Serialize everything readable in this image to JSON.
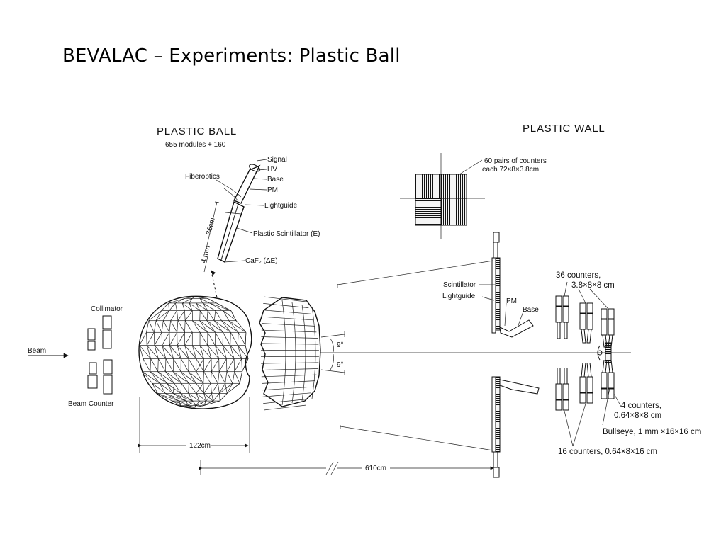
{
  "slide": {
    "title": "BEVALAC – Experiments: Plastic Ball"
  },
  "plastic_ball": {
    "heading": "PLASTIC BALL",
    "subheading": "655 modules + 160",
    "module_labels": {
      "signal": "Signal",
      "hv": "HV",
      "base": "Base",
      "pm": "PM",
      "fiberoptics": "Fiberoptics",
      "lightguide": "Lightguide",
      "scintillator": "Plastic Scintillator (E)",
      "caf2": "CaF₂ (ΔE)",
      "dim_36": "36cm",
      "dim_4": "4 mm"
    },
    "collimator": "Collimator",
    "beam": "Beam",
    "beam_counter": "Beam Counter",
    "angle_top": "9°",
    "angle_bottom": "9°",
    "dim_diameter": "122cm",
    "dim_distance": "610cm"
  },
  "plastic_wall": {
    "heading": "PLASTIC WALL",
    "counters_note_line1": "60 pairs of counters",
    "counters_note_line2": "each 72×8×3.8cm",
    "scintillator": "Scintillator",
    "lightguide": "Lightguide",
    "pm": "PM",
    "base": "Base"
  },
  "zero_degree": {
    "c36_line1": "36 counters,",
    "c36_line2": "3.8×8×8 cm",
    "c4_line1": "4 counters,",
    "c4_line2": "0.64×8×8 cm",
    "bullseye": "Bullseye, 1 mm ×16×16 cm",
    "c16": "16 counters, 0.64×8×16 cm"
  }
}
